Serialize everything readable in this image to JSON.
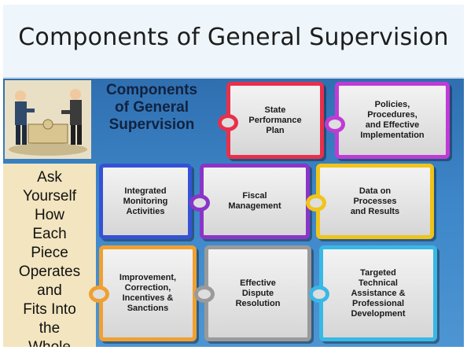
{
  "slide": {
    "title": "Components of General Supervision",
    "diagram_title": "Components\nof General\nSupervision",
    "side_text": "Ask\nYourself\nHow\nEach\nPiece\nOperates\nand\nFits Into\nthe\nWhole"
  },
  "pieces": {
    "state_performance_plan": {
      "label": "State\nPerformance\nPlan",
      "color": "#e8304a"
    },
    "policies": {
      "label": "Policies,\nProcedures,\nand Effective\nImplementation",
      "color": "#c03bd6"
    },
    "integrated_monitoring": {
      "label": "Integrated\nMonitoring\nActivities",
      "color": "#3552d6"
    },
    "fiscal_management": {
      "label": "Fiscal\nManagement",
      "color": "#8a35c8"
    },
    "data_processes": {
      "label": "Data on\nProcesses\nand Results",
      "color": "#f0c419"
    },
    "improvement": {
      "label": "Improvement,\nCorrection,\nIncentives &\nSanctions",
      "color": "#f0a030"
    },
    "dispute_resolution": {
      "label": "Effective\nDispute\nResolution",
      "color": "#9a9a9a"
    },
    "technical_assistance": {
      "label": "Targeted\nTechnical\nAssistance &\nProfessional\nDevelopment",
      "color": "#39b8e6"
    }
  }
}
